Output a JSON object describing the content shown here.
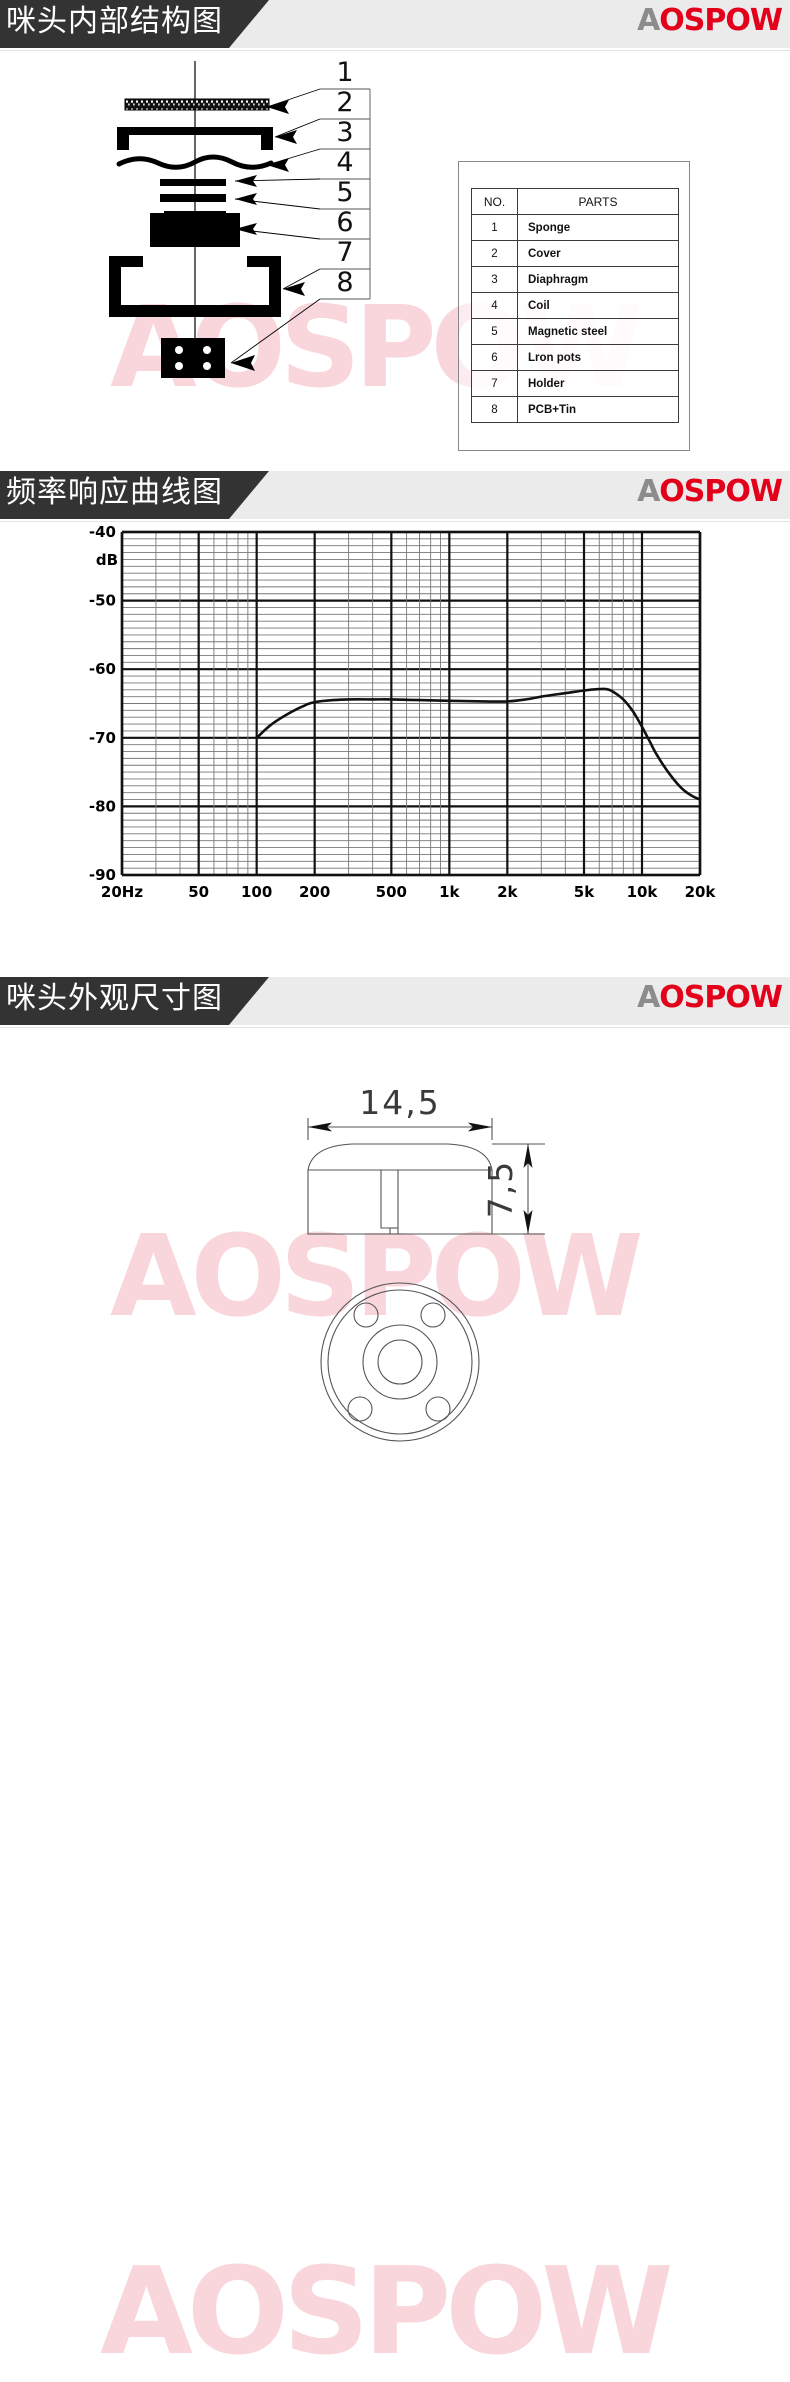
{
  "brand": {
    "logo_text": "AOSPOW",
    "logo_color": "#e2001a",
    "logo_accent_color": "#8c8c8c",
    "watermark_text": "AOSPOW",
    "watermark_color": "#f7c9cf"
  },
  "sections": [
    {
      "id": "structure",
      "title": "咪头内部结构图"
    },
    {
      "id": "frequency",
      "title": "频率响应曲线图"
    },
    {
      "id": "dimension",
      "title": "咪头外观尺寸图"
    }
  ],
  "parts_table": {
    "headers": [
      "NO.",
      "PARTS"
    ],
    "rows": [
      {
        "no": "1",
        "part": "Sponge"
      },
      {
        "no": "2",
        "part": "Cover"
      },
      {
        "no": "3",
        "part": "Diaphragm"
      },
      {
        "no": "4",
        "part": "Coil"
      },
      {
        "no": "5",
        "part": "Magnetic steel"
      },
      {
        "no": "6",
        "part": "Lron pots"
      },
      {
        "no": "7",
        "part": "Holder"
      },
      {
        "no": "8",
        "part": "PCB+Tin"
      }
    ]
  },
  "callouts": [
    "1",
    "2",
    "3",
    "4",
    "5",
    "6",
    "7",
    "8"
  ],
  "chart_data": {
    "type": "line",
    "title": "频率响应曲线图",
    "xlabel": "",
    "ylabel": "dB",
    "x_scale": "log",
    "xlim": [
      20,
      20000
    ],
    "ylim": [
      -90,
      -40
    ],
    "grid": true,
    "legend": "none",
    "y_unit_label": "dB",
    "y_ticks": [
      "-40",
      "-50",
      "-60",
      "-70",
      "-80",
      "-90"
    ],
    "y_tick_values": [
      -40,
      -50,
      -60,
      -70,
      -80,
      -90
    ],
    "x_ticks": [
      "20Hz",
      "50",
      "100",
      "200",
      "500",
      "1k",
      "2k",
      "5k",
      "10k",
      "20k"
    ],
    "x_tick_values": [
      20,
      50,
      100,
      200,
      500,
      1000,
      2000,
      5000,
      10000,
      20000
    ],
    "series": [
      {
        "name": "Frequency response",
        "x": [
          100,
          120,
          150,
          180,
          200,
          250,
          300,
          400,
          500,
          700,
          1000,
          1500,
          2000,
          2500,
          3000,
          4000,
          5000,
          6000,
          6500,
          7000,
          8000,
          9000,
          10000,
          11000,
          12000,
          14000,
          16000,
          18000,
          20000
        ],
        "y": [
          -70.0,
          -68.0,
          -66.3,
          -65.2,
          -64.8,
          -64.5,
          -64.4,
          -64.4,
          -64.4,
          -64.5,
          -64.6,
          -64.7,
          -64.7,
          -64.4,
          -64.0,
          -63.5,
          -63.1,
          -62.9,
          -62.9,
          -63.2,
          -64.4,
          -66.2,
          -68.4,
          -70.6,
          -72.6,
          -75.4,
          -77.3,
          -78.4,
          -79.0
        ]
      }
    ]
  },
  "dimensions": {
    "width_label": "14,5",
    "height_label": "7,5"
  }
}
